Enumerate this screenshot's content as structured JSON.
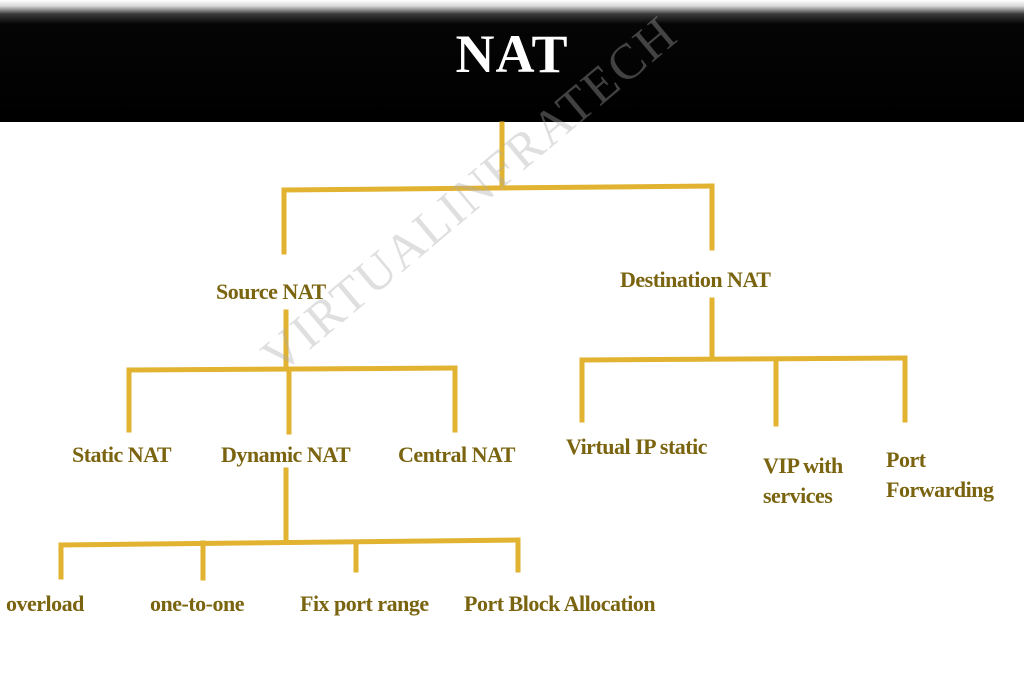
{
  "title": "NAT",
  "watermark": "VIRTUALINFRATECH",
  "colors": {
    "connector": "#e2b331",
    "label": "#7a6410",
    "header": "#000000"
  },
  "nodes": {
    "source_nat": "Source NAT",
    "destination_nat": "Destination NAT",
    "static_nat": "Static NAT",
    "dynamic_nat": "Dynamic NAT",
    "central_nat": "Central NAT",
    "virtual_ip_static": "Virtual IP static",
    "vip_with_services_line1": "VIP with",
    "vip_with_services_line2": "services",
    "port_forwarding_line1": "Port",
    "port_forwarding_line2": "Forwarding",
    "overload": "overload",
    "one_to_one": "one-to-one",
    "fix_port_range": "Fix port range",
    "port_block_allocation": "Port Block Allocation"
  },
  "edges": [
    [
      "NAT",
      "Source NAT"
    ],
    [
      "NAT",
      "Destination NAT"
    ],
    [
      "Source NAT",
      "Static NAT"
    ],
    [
      "Source NAT",
      "Dynamic NAT"
    ],
    [
      "Source NAT",
      "Central NAT"
    ],
    [
      "Destination NAT",
      "Virtual IP static"
    ],
    [
      "Destination NAT",
      "VIP with services"
    ],
    [
      "Destination NAT",
      "Port Forwarding"
    ],
    [
      "Dynamic NAT",
      "overload"
    ],
    [
      "Dynamic NAT",
      "one-to-one"
    ],
    [
      "Dynamic NAT",
      "Fix port range"
    ],
    [
      "Dynamic NAT",
      "Port Block Allocation"
    ]
  ]
}
